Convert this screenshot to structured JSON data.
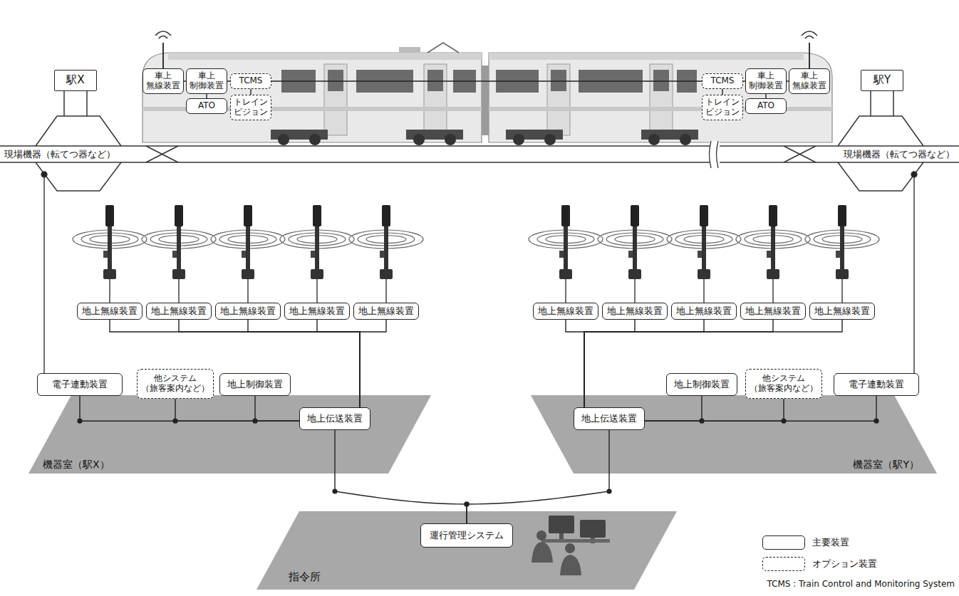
{
  "diagram": {
    "nodes": [
      {
        "text": [
          "駅X"
        ]
      },
      {
        "text": [
          "車上 無線装置"
        ]
      },
      {
        "text": [
          "車上 制御装置"
        ]
      },
      {
        "text": [
          "TCMS"
        ]
      },
      {
        "text": [
          "ATO"
        ]
      },
      {
        "text": [
          "トレイン ビジョン"
        ]
      },
      {
        "text": [
          "TCMS"
        ]
      },
      {
        "text": [
          "車上 制御装置"
        ]
      },
      {
        "text": [
          "車上 無線装置"
        ]
      },
      {
        "text": [
          "トレイン ビジョン"
        ]
      },
      {
        "text": [
          "ATO"
        ]
      },
      {
        "text": [
          "駅Y"
        ]
      },
      {
        "text": [
          "地上無線装置"
        ]
      },
      {
        "text": [
          "地上無線装置"
        ]
      },
      {
        "text": [
          "地上無線装置"
        ]
      },
      {
        "text": [
          "地上無線装置"
        ]
      },
      {
        "text": [
          "地上無線装置"
        ]
      },
      {
        "text": [
          "地上無線装置"
        ]
      },
      {
        "text": [
          "地上無線装置"
        ]
      },
      {
        "text": [
          "地上無線装置"
        ]
      },
      {
        "text": [
          "地上無線装置"
        ]
      },
      {
        "text": [
          "地上無線装置"
        ]
      },
      {
        "text": [
          "機器室（駅X）"
        ]
      },
      {
        "text": [
          "電子連動装置"
        ],
        "in": 22
      },
      {
        "text": [
          "他システム （旅客案内など）"
        ],
        "in": 22
      },
      {
        "text": [
          "地上制御装置"
        ],
        "in": 22
      },
      {
        "text": [
          "地上伝送装置"
        ],
        "in": 22
      },
      {
        "text": [
          "機器室（駅Y）"
        ]
      },
      {
        "text": [
          "地上伝送装置"
        ],
        "in": 27
      },
      {
        "text": [
          "地上制御装置"
        ],
        "in": 27
      },
      {
        "text": [
          "他システム （旅客案内など）"
        ],
        "in": 27
      },
      {
        "text": [
          "電子連動装置"
        ],
        "in": 27
      },
      {
        "text": [
          "指令所"
        ]
      },
      {
        "text": [
          "運行管理システム"
        ],
        "in": 32
      }
    ],
    "edges": [
      {
        "from": 1,
        "to": 2,
        "arrow": "none"
      },
      {
        "from": 2,
        "to": 3,
        "arrow": "none"
      },
      {
        "from": 2,
        "to": 4,
        "arrow": "none"
      },
      {
        "from": 3,
        "to": 5,
        "arrow": "none"
      },
      {
        "from": 3,
        "to": 6,
        "arrow": "none"
      },
      {
        "from": 6,
        "to": 7,
        "arrow": "none"
      },
      {
        "from": 7,
        "to": 8,
        "arrow": "none"
      },
      {
        "from": 7,
        "to": 10,
        "arrow": "none"
      },
      {
        "from": 6,
        "to": 9,
        "arrow": "none"
      },
      {
        "from": 12,
        "to": 26,
        "arrow": "none"
      },
      {
        "from": 13,
        "to": 26,
        "arrow": "none"
      },
      {
        "from": 14,
        "to": 26,
        "arrow": "none"
      },
      {
        "from": 15,
        "to": 26,
        "arrow": "none"
      },
      {
        "from": 16,
        "to": 26,
        "arrow": "none"
      },
      {
        "from": 17,
        "to": 28,
        "arrow": "none"
      },
      {
        "from": 18,
        "to": 28,
        "arrow": "none"
      },
      {
        "from": 19,
        "to": 28,
        "arrow": "none"
      },
      {
        "from": 20,
        "to": 28,
        "arrow": "none"
      },
      {
        "from": 21,
        "to": 28,
        "arrow": "none"
      },
      {
        "from": 23,
        "to": 26,
        "arrow": "none"
      },
      {
        "from": 24,
        "to": 26,
        "arrow": "none"
      },
      {
        "from": 25,
        "to": 26,
        "arrow": "none"
      },
      {
        "from": 29,
        "to": 28,
        "arrow": "none"
      },
      {
        "from": 30,
        "to": 28,
        "arrow": "none"
      },
      {
        "from": 31,
        "to": 28,
        "arrow": "none"
      },
      {
        "from": 26,
        "to": 33,
        "arrow": "none"
      },
      {
        "from": 28,
        "to": 33,
        "arrow": "none"
      }
    ],
    "labels": [
      "現場機器（転てつ器など）",
      "現場機器（転てつ器など）",
      "TCMS : Train Control and Monitoring System"
    ],
    "legend": [
      {
        "text": "主要装置"
      },
      {
        "text": "オプション装置"
      }
    ]
  }
}
